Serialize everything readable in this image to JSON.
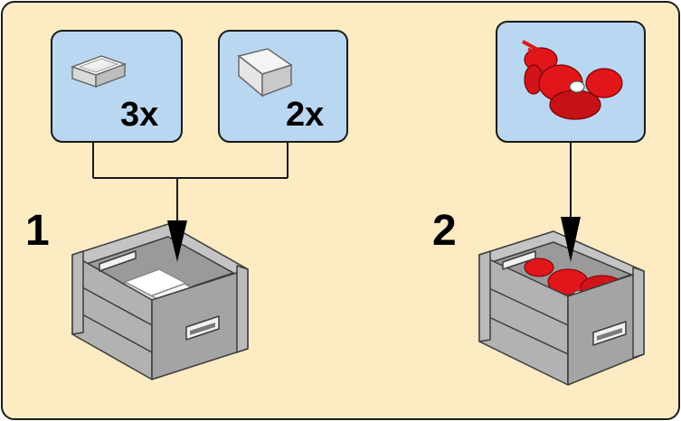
{
  "colors": {
    "page_background": "#fcebc3",
    "callout_fill": "#bad7f1",
    "frame_stroke": "#1a1a1a",
    "crate_gray": "#a9a9a9",
    "lobster_red": "#e0161b"
  },
  "steps": [
    {
      "number": "1",
      "parts": [
        {
          "icon": "flat-tile-icon",
          "quantity": "3x"
        },
        {
          "icon": "slope-tile-icon",
          "quantity": "2x"
        }
      ],
      "result_icon": "crate-with-tiles-icon"
    },
    {
      "number": "2",
      "parts": [
        {
          "icon": "lobster-icon",
          "quantity": ""
        }
      ],
      "result_icon": "crate-with-lobster-icon"
    }
  ]
}
